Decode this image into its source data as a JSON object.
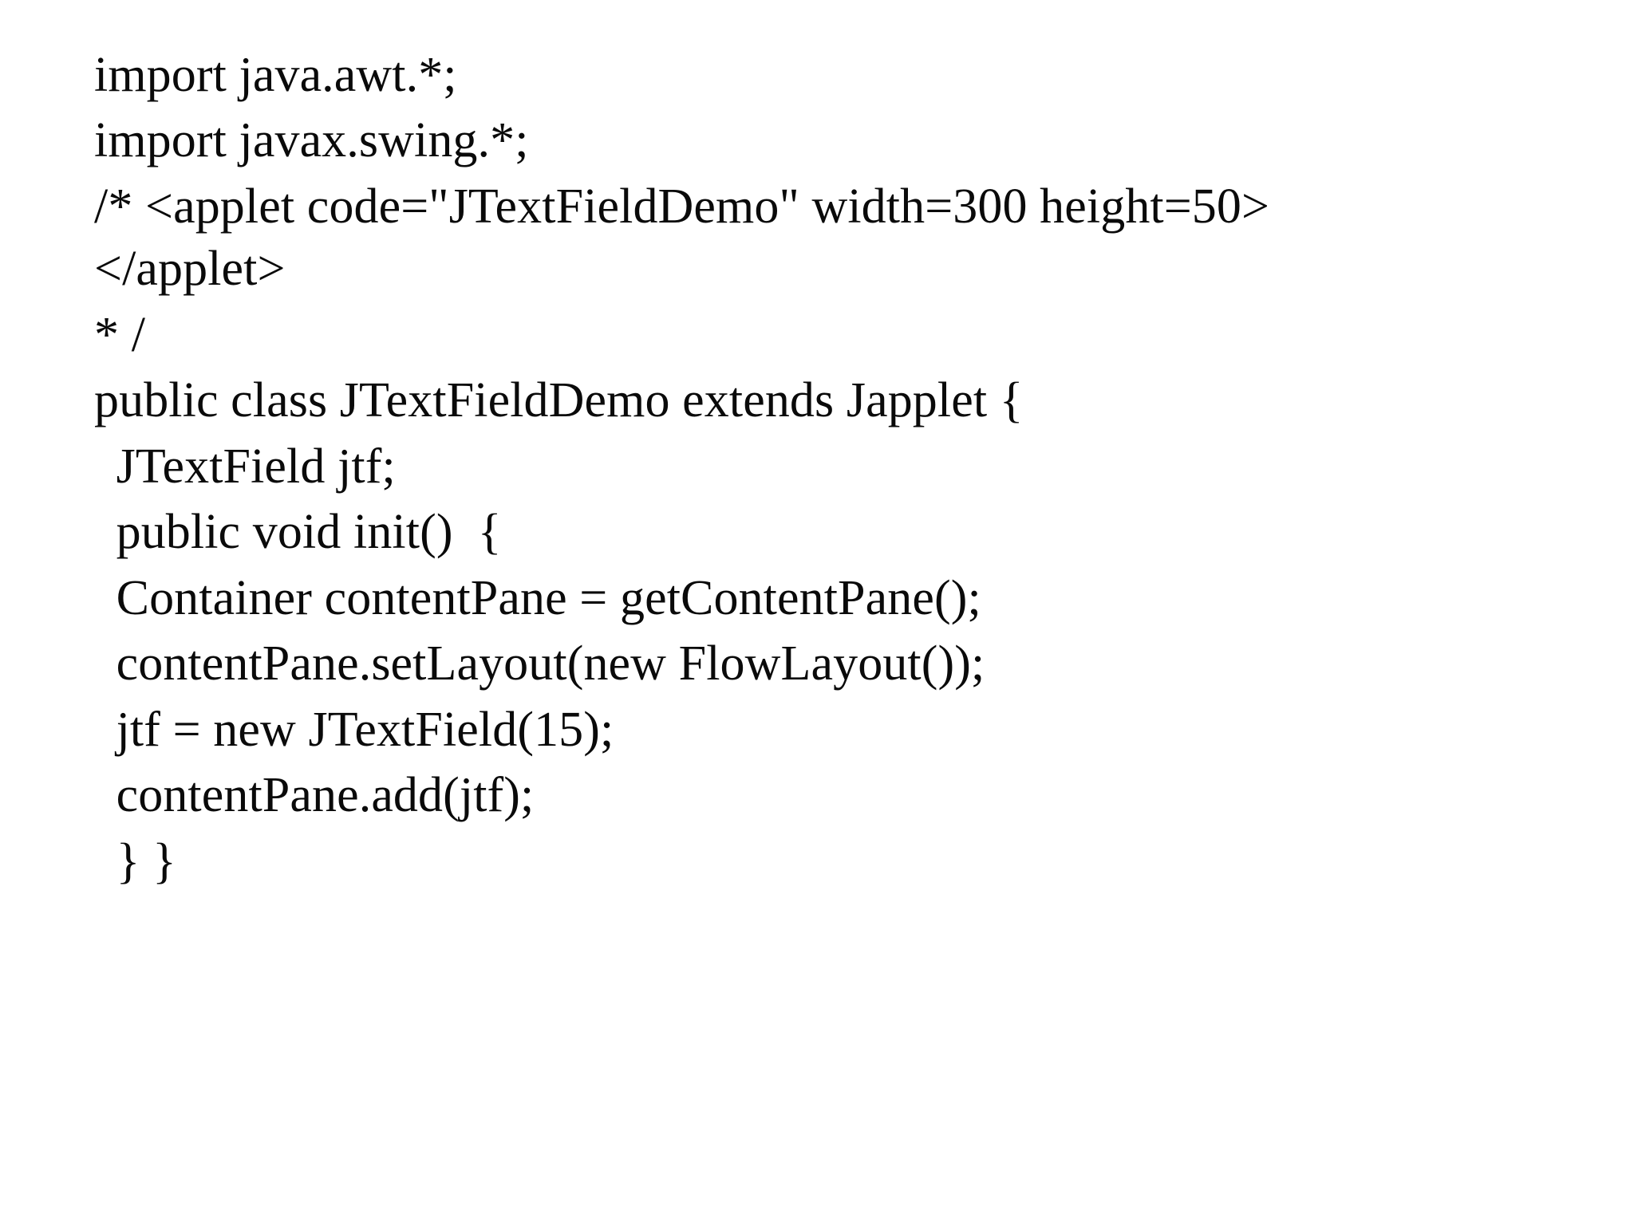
{
  "document": {
    "type": "slide",
    "background_color": "#ffffff",
    "text_color": "#0a0a0a",
    "language": "java",
    "code_lines": [
      {
        "id": "line-1",
        "text": "import java.awt.*;",
        "indent": 0
      },
      {
        "id": "line-2",
        "text": "import javax.swing.*;",
        "indent": 0
      },
      {
        "id": "line-3",
        "text": "/* <applet code=\"JTextFieldDemo\" width=300 height=50>",
        "indent": 0
      },
      {
        "id": "line-4",
        "text": "</applet>",
        "indent": 0
      },
      {
        "id": "line-5",
        "text": "* /",
        "indent": 0
      },
      {
        "id": "line-6",
        "text": "public class JTextFieldDemo extends Japplet {",
        "indent": 0
      },
      {
        "id": "line-7",
        "text": " JTextField jtf;",
        "indent": 1
      },
      {
        "id": "line-8",
        "text": " public void init()  {",
        "indent": 1
      },
      {
        "id": "line-9",
        "text": " Container contentPane = getContentPane();",
        "indent": 1
      },
      {
        "id": "line-10",
        "text": " contentPane.setLayout(new FlowLayout());",
        "indent": 1
      },
      {
        "id": "line-11",
        "text": " jtf = new JTextField(15);",
        "indent": 1
      },
      {
        "id": "line-12",
        "text": " contentPane.add(jtf);",
        "indent": 1
      },
      {
        "id": "line-13",
        "text": " } }",
        "indent": 1
      }
    ]
  }
}
